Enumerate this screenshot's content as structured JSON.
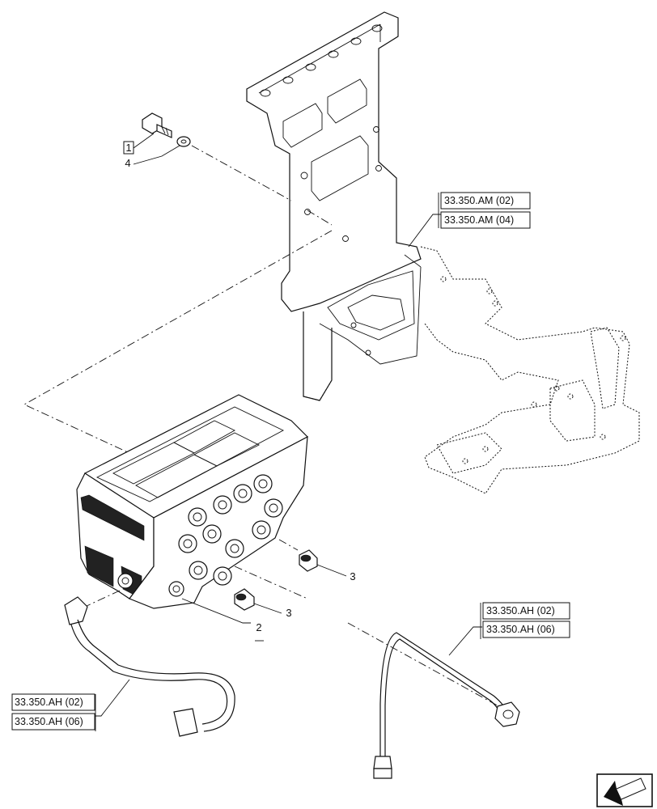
{
  "callouts": [
    {
      "id": "1",
      "boxed": true
    },
    {
      "id": "4",
      "boxed": false
    },
    {
      "id": "2",
      "boxed": false
    },
    {
      "id": "3",
      "boxed": false
    },
    {
      "id": "3",
      "boxed": false
    }
  ],
  "references": {
    "bracket_top": "33.350.AM (02)",
    "bracket_bottom": "33.350.AM (04)",
    "pipe_right_top": "33.350.AH (02)",
    "pipe_right_bottom": "33.350.AH (06)",
    "pipe_left_top": "33.350.AH (02)",
    "pipe_left_bottom": "33.350.AH (06)"
  },
  "nav_icon": "arrow-back-icon"
}
